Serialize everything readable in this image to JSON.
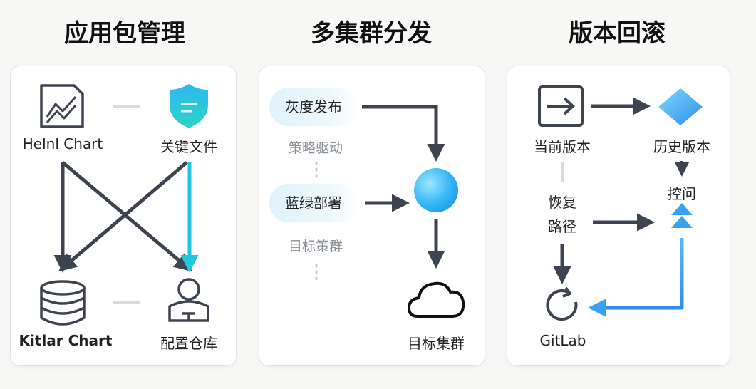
{
  "titles": {
    "left": "应用包管理",
    "middle": "多集群分发",
    "right": "版本回滚"
  },
  "left_panel": {
    "helm_chart": "Helnl Chart",
    "key_files": "关键文件",
    "kittar_chart": "Kitlar Chart",
    "config_repo": "配置仓库"
  },
  "middle_panel": {
    "canary": "灰度发布",
    "strategy_driven": "策略驱动",
    "blue_green": "蓝绿部署",
    "target_policy": "目标策群",
    "target_cluster": "目标集群"
  },
  "right_panel": {
    "current_version": "当前版本",
    "history_version": "历史版本",
    "recovery_path_line1": "恢复",
    "recovery_path_line2": "路径",
    "control": "控问",
    "gitlab": "GitLab"
  },
  "colors": {
    "arrow_dark": "#3d4450",
    "cyan_accent": "#22c6e0",
    "blue_accent": "#3aa0f0",
    "muted_text": "#8a8f96"
  }
}
